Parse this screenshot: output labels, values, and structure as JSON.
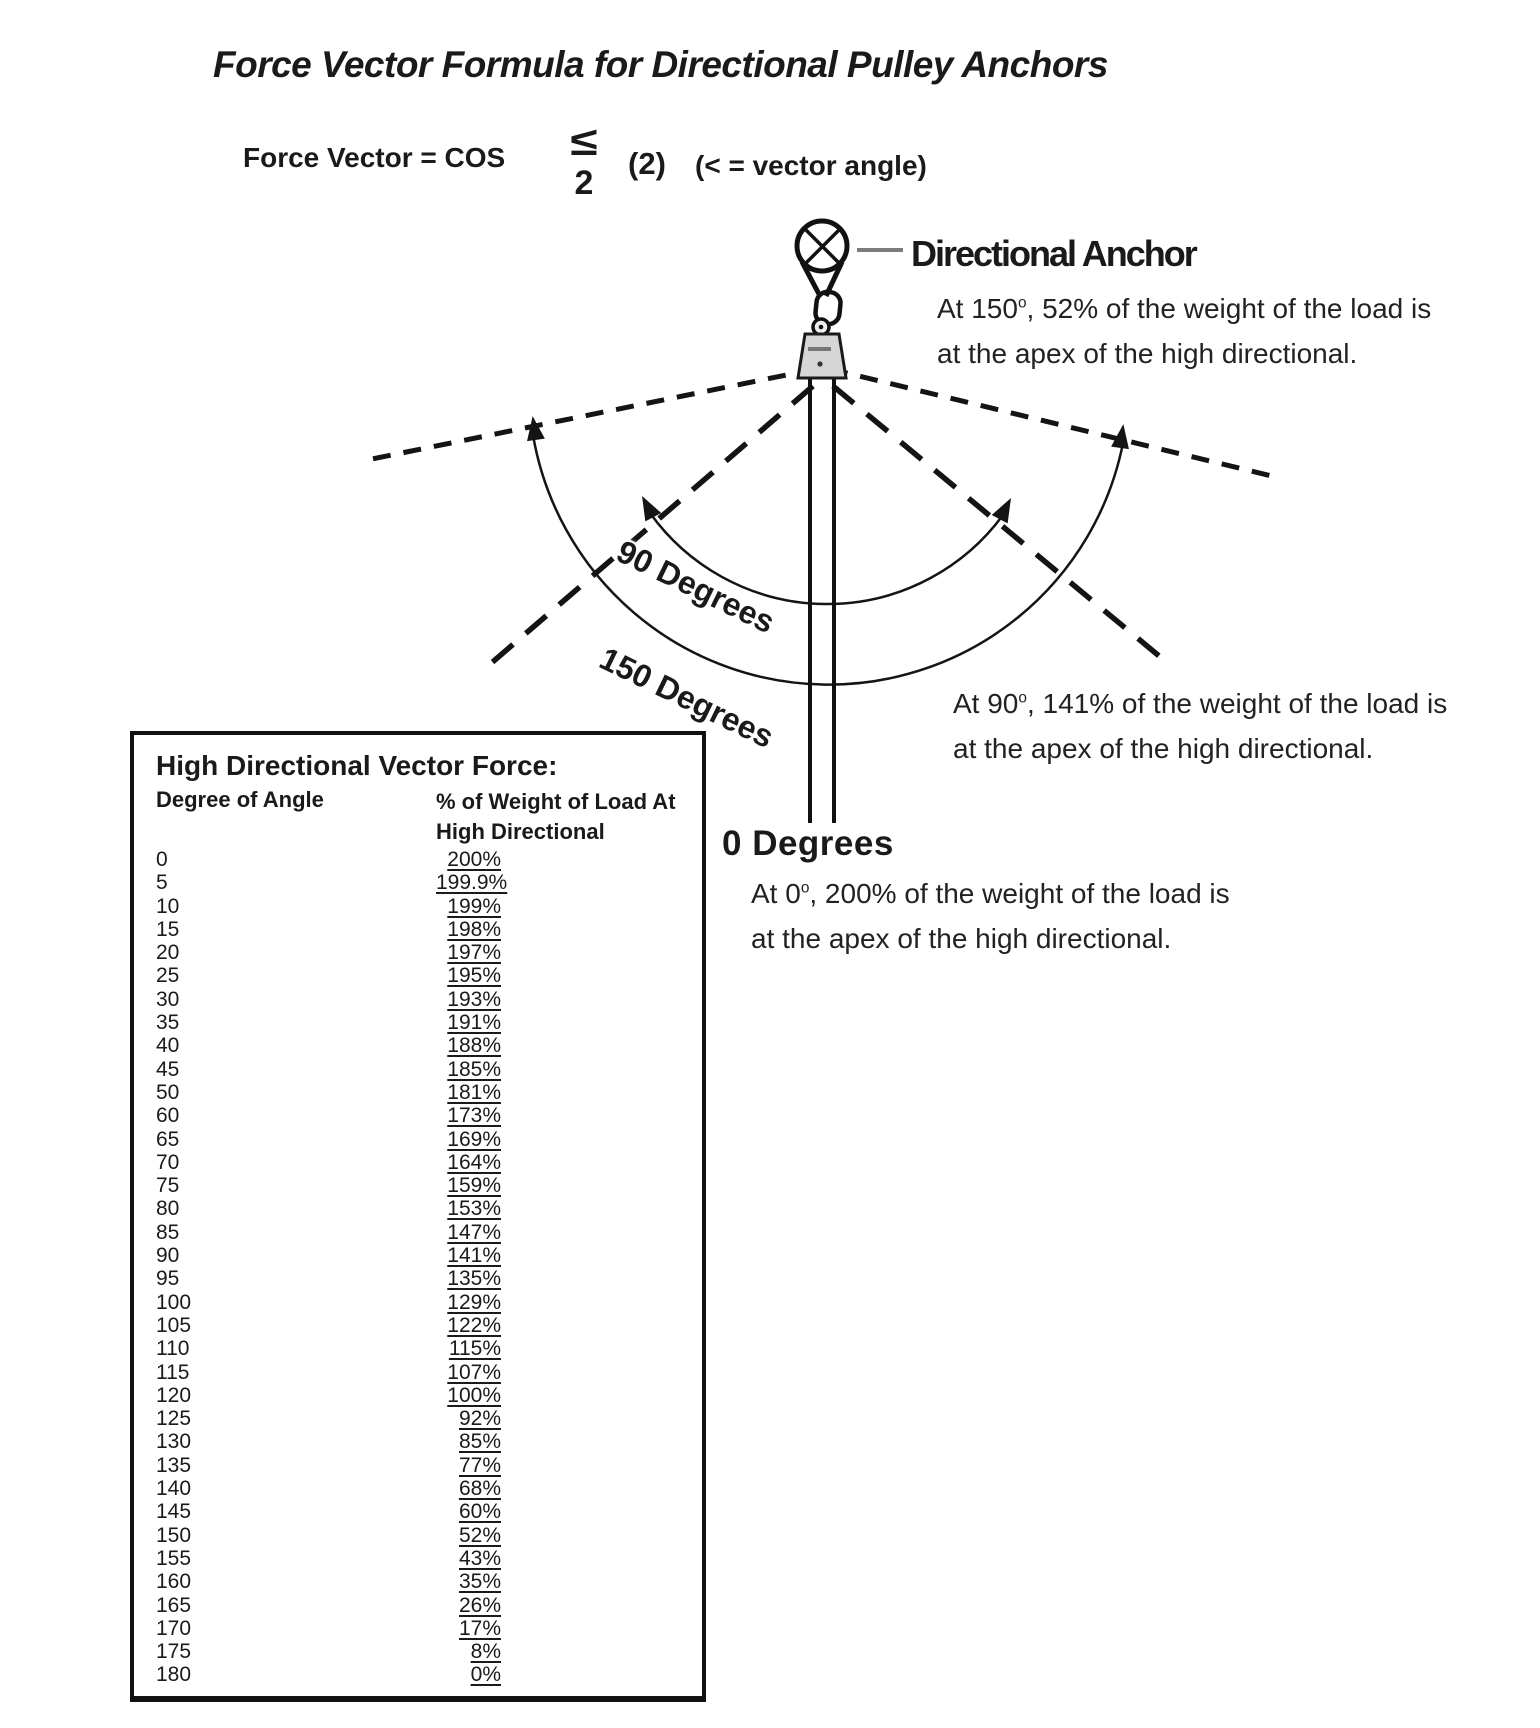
{
  "title": "Force Vector Formula for Directional Pulley Anchors",
  "formula": {
    "lhs": "Force Vector = COS",
    "numerator": "≤",
    "denominator": "2",
    "multiplier": "(2)",
    "legend": "(< = vector angle)"
  },
  "anchor_label": "Directional Anchor",
  "angle_labels": {
    "deg90": "90 Degrees",
    "deg150": "150 Degrees",
    "deg0": "0 Degrees"
  },
  "notes": {
    "at150": {
      "pre": "At 150",
      "sup": "o",
      "post": ", 52% of the weight of the load is",
      "line2": "at the apex of the high directional."
    },
    "at90": {
      "pre": "At 90",
      "sup": "o",
      "post": ", 141% of the weight of the load is",
      "line2": "at the apex of the high directional."
    },
    "at0": {
      "pre": "At 0",
      "sup": "o",
      "post": ", 200% of the weight of the load is",
      "line2": "at the apex of the high directional."
    }
  },
  "table": {
    "title": "High Directional Vector Force:",
    "col1_header": "Degree of Angle",
    "col2_header_line1": "% of Weight of Load At",
    "col2_header_line2": "High Directional",
    "rows": [
      {
        "deg": "0",
        "pct": "200%"
      },
      {
        "deg": "5",
        "pct": "199.9%"
      },
      {
        "deg": "10",
        "pct": "199%"
      },
      {
        "deg": "15",
        "pct": "198%"
      },
      {
        "deg": "20",
        "pct": "197%"
      },
      {
        "deg": "25",
        "pct": "195%"
      },
      {
        "deg": "30",
        "pct": "193%"
      },
      {
        "deg": "35",
        "pct": "191%"
      },
      {
        "deg": "40",
        "pct": "188%"
      },
      {
        "deg": "45",
        "pct": "185%"
      },
      {
        "deg": "50",
        "pct": "181%"
      },
      {
        "deg": "60",
        "pct": "173%"
      },
      {
        "deg": "65",
        "pct": "169%"
      },
      {
        "deg": "70",
        "pct": "164%"
      },
      {
        "deg": "75",
        "pct": "159%"
      },
      {
        "deg": "80",
        "pct": "153%"
      },
      {
        "deg": "85",
        "pct": "147%"
      },
      {
        "deg": "90",
        "pct": "141%"
      },
      {
        "deg": "95",
        "pct": "135%"
      },
      {
        "deg": "100",
        "pct": "129%"
      },
      {
        "deg": "105",
        "pct": "122%"
      },
      {
        "deg": "110",
        "pct": "115%"
      },
      {
        "deg": "115",
        "pct": "107%"
      },
      {
        "deg": "120",
        "pct": "100%"
      },
      {
        "deg": "125",
        "pct": "92%"
      },
      {
        "deg": "130",
        "pct": "85%"
      },
      {
        "deg": "135",
        "pct": "77%"
      },
      {
        "deg": "140",
        "pct": "68%"
      },
      {
        "deg": "145",
        "pct": "60%"
      },
      {
        "deg": "150",
        "pct": "52%"
      },
      {
        "deg": "155",
        "pct": "43%"
      },
      {
        "deg": "160",
        "pct": "35%"
      },
      {
        "deg": "165",
        "pct": "26%"
      },
      {
        "deg": "170",
        "pct": "17%"
      },
      {
        "deg": "175",
        "pct": "8%"
      },
      {
        "deg": "180",
        "pct": "0%"
      }
    ]
  },
  "colors": {
    "ink": "#1a1a1a",
    "pulley_fill": "#d6d6d6",
    "connector_gray": "#7b7b7b"
  }
}
